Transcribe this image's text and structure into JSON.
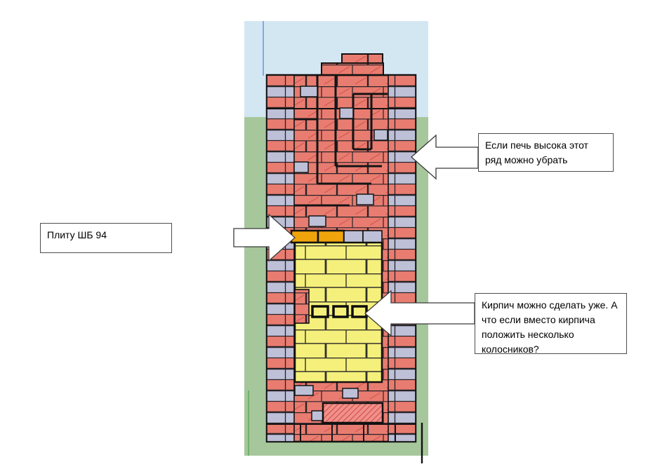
{
  "callouts": {
    "row_remove": {
      "text": "Если печь высока этот ряд можно убрать"
    },
    "plate": {
      "text": "Плиту ШБ 94"
    },
    "grate": {
      "text": "Кирпич можно сделать уже. А что если вместо кирпича положить несколько колосников?"
    }
  },
  "colors": {
    "sky": "#d3e7f3",
    "ground": "#a6c79b",
    "brick_red": "#e97c70",
    "brick_red_hatch": "#d2564e",
    "brick_gray": "#bdc0d7",
    "brick_yellow": "#f5f07b",
    "plate_orange": "#efa40c",
    "hatch_bg": "#f0908a",
    "hatch_line": "#cf4a45",
    "outline": "#141414"
  }
}
